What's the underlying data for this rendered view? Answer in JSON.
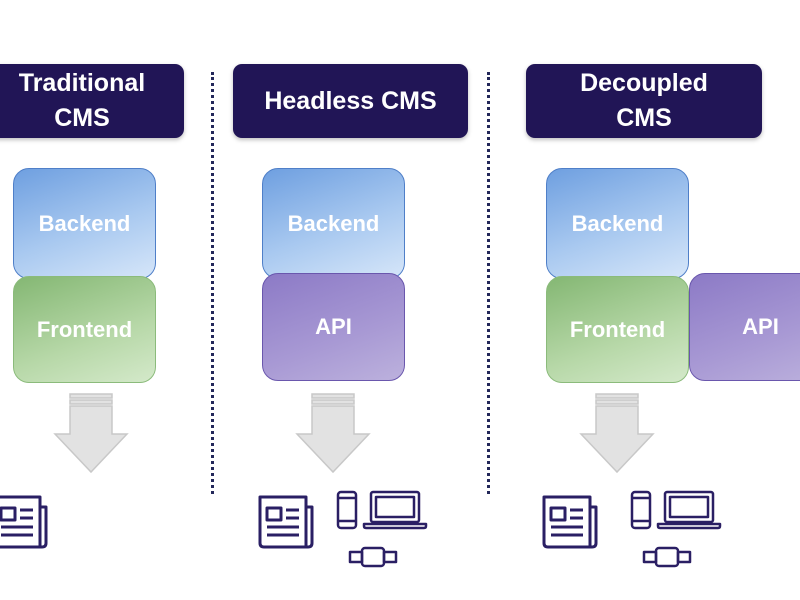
{
  "columns": [
    {
      "title": "Traditional\nCMS",
      "blocks": [
        "Backend",
        "Frontend"
      ],
      "outputs": [
        "newspaper-icon"
      ]
    },
    {
      "title": "Headless CMS",
      "blocks": [
        "Backend",
        "API"
      ],
      "outputs": [
        "newspaper-icon",
        "phone-icon",
        "laptop-icon",
        "smartwatch-icon"
      ]
    },
    {
      "title": "Decoupled\nCMS",
      "blocks": [
        "Backend",
        "Frontend",
        "API"
      ],
      "outputs": [
        "newspaper-icon",
        "phone-icon",
        "laptop-icon",
        "smartwatch-icon"
      ]
    }
  ],
  "colors": {
    "header": "#211556",
    "backend": "#6e9fe0",
    "frontend": "#84b773",
    "api": "#8c7ac6",
    "icon_stroke": "#2a1f64",
    "arrow": "#e2e2e2"
  }
}
